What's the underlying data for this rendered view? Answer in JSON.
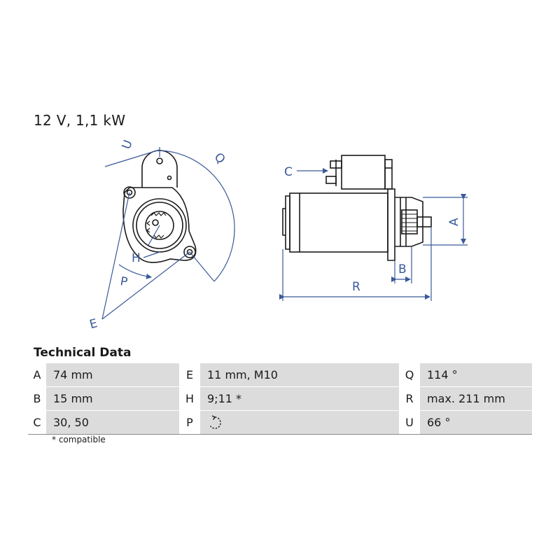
{
  "product": {
    "rating": "12 V, 1,1 kW"
  },
  "drawing": {
    "line_color": "#3a5a98",
    "labels": {
      "A": "A",
      "B": "B",
      "C": "C",
      "E": "E",
      "H": "H",
      "P": "P",
      "Q": "Q",
      "R": "R",
      "U": "U"
    }
  },
  "technical_data": {
    "title": "Technical Data",
    "rows": [
      [
        {
          "key": "A",
          "value": "74 mm"
        },
        {
          "key": "E",
          "value": "11 mm, M10"
        },
        {
          "key": "Q",
          "value": "114 °"
        }
      ],
      [
        {
          "key": "B",
          "value": "15 mm"
        },
        {
          "key": "H",
          "value": "9;11 *"
        },
        {
          "key": "R",
          "value": "max. 211 mm"
        }
      ],
      [
        {
          "key": "C",
          "value": "30, 50"
        },
        {
          "key": "P",
          "value": "",
          "icon": "rotation-direction-icon"
        },
        {
          "key": "U",
          "value": "66 °"
        }
      ]
    ],
    "footnote": "* compatible"
  }
}
